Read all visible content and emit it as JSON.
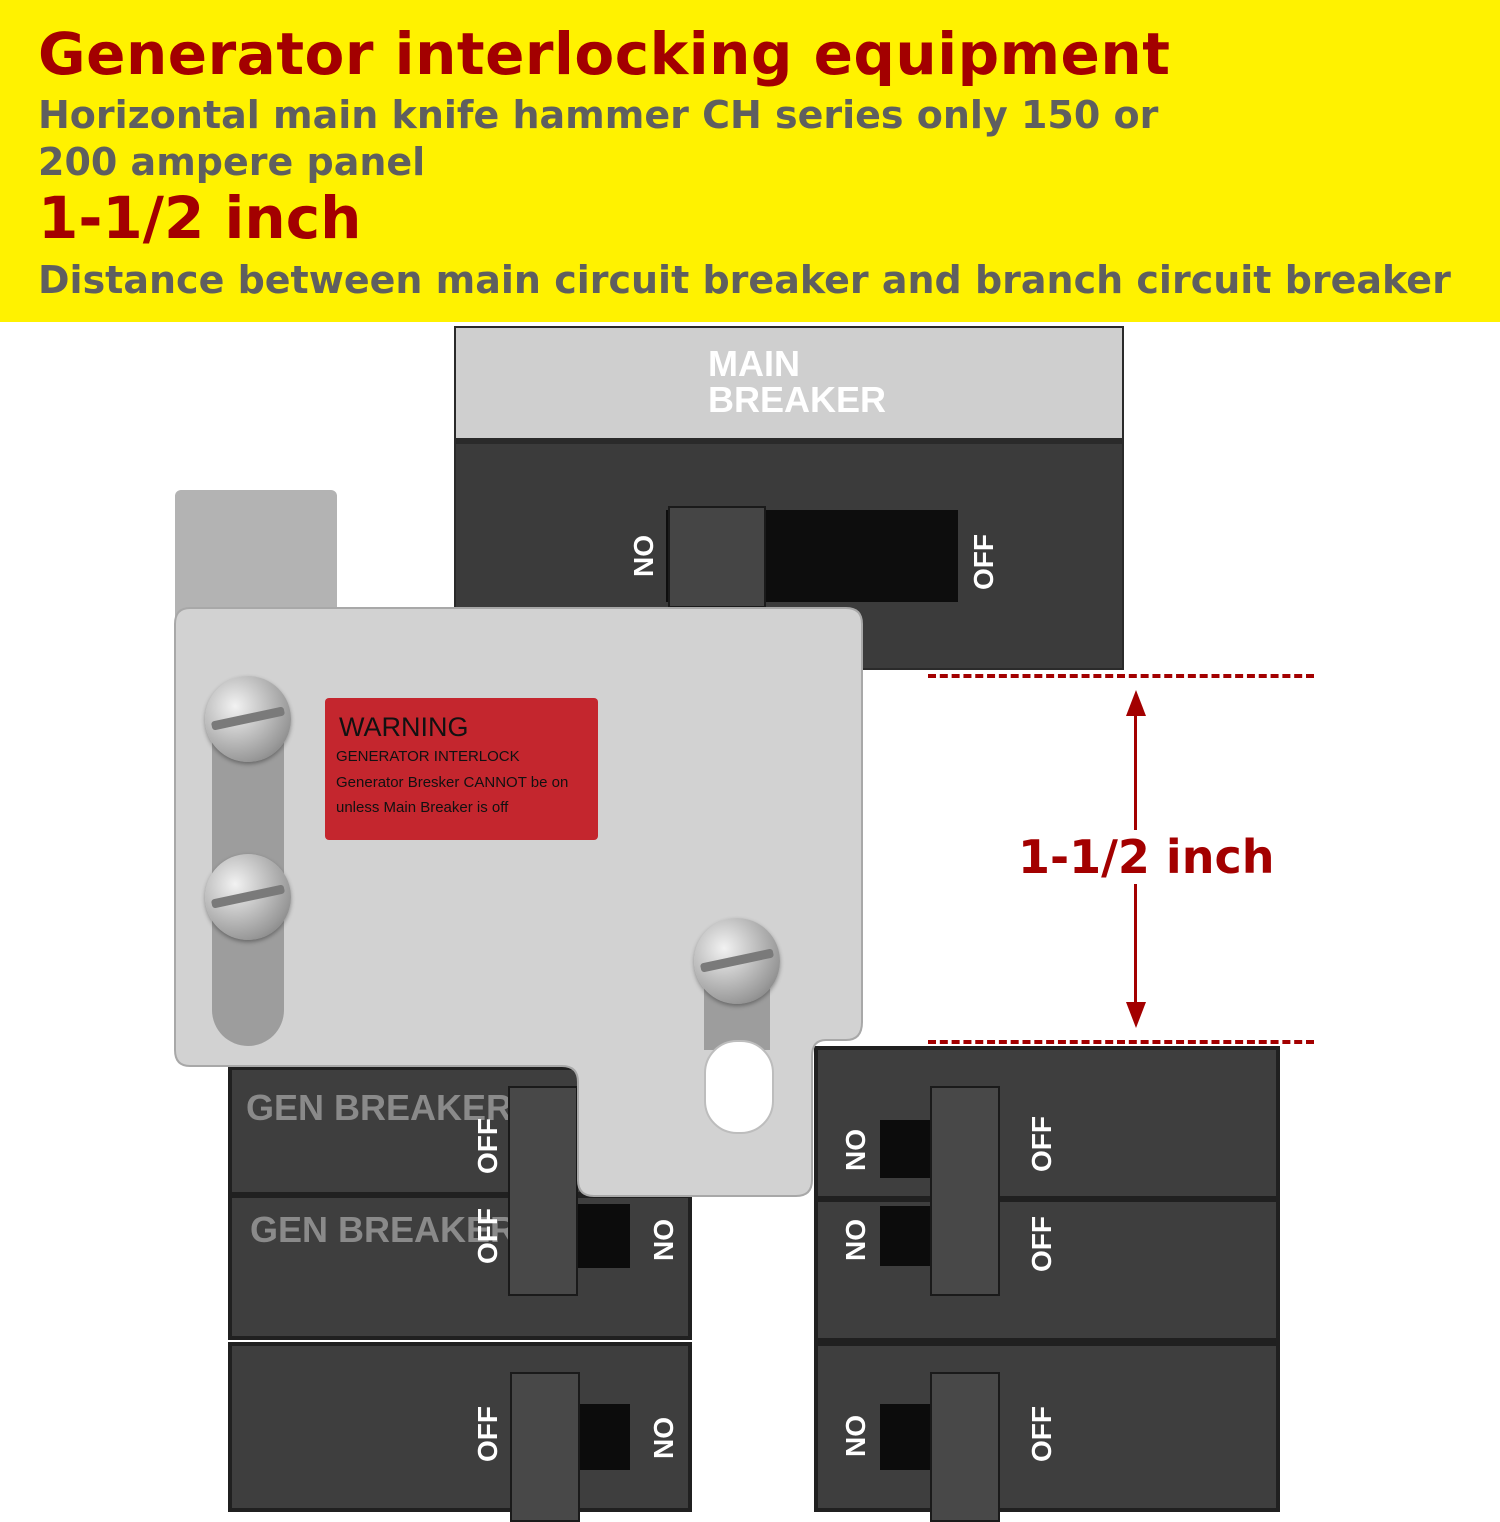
{
  "banner": {
    "title": "Generator interlocking equipment",
    "subtitle": "Horizontal main knife hammer CH series only 150 or 200 ampere panel",
    "measurement": "1-1/2 inch",
    "description": "Distance between main circuit breaker and branch circuit breaker"
  },
  "main_breaker": {
    "label": "MAIN BREAKER",
    "on": "ON",
    "off": "OFF"
  },
  "warning": {
    "title": "WARNING",
    "line1": "GENERATOR INTERLOCK",
    "line2": "Generator Bresker CANNOT be on",
    "line3": "unless Main Breaker is off"
  },
  "dimension": {
    "label": "1-1/2 inch"
  },
  "gen_breakers": [
    {
      "label": "GEN BREAKER",
      "off": "OFF"
    },
    {
      "label": "GEN BREAKER",
      "off": "OFF",
      "on": "ON"
    }
  ],
  "left_lower": {
    "off": "OFF",
    "on": "ON"
  },
  "right_breakers": [
    {
      "on": "ON",
      "off": "OFF"
    },
    {
      "on": "ON",
      "off": "OFF"
    },
    {
      "on": "ON",
      "off": "OFF"
    }
  ],
  "colors": {
    "banner": "#fff200",
    "accent": "#a30000",
    "subtext": "#5f5f5f",
    "warning_label": "#c4262e"
  }
}
